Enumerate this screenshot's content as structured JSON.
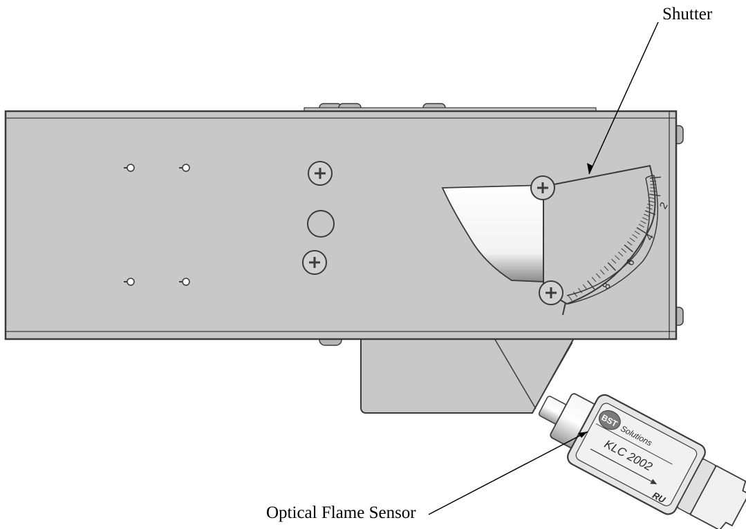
{
  "labels": {
    "shutter": "Shutter",
    "optical_flame_sensor": "Optical Flame Sensor"
  },
  "sensor": {
    "brand": "BST",
    "brand_suffix": "Solutions",
    "model": "KLC 2002",
    "cert_mark": "RU"
  },
  "dial": {
    "numbers": [
      "2",
      "4",
      "6",
      "8"
    ]
  },
  "colors": {
    "housing": "#c8c8c8",
    "housing_dark": "#b7b7b7",
    "outline": "#3a3a3a",
    "screw": "#d2d2d2",
    "sensor_body": "#e6e6e6"
  }
}
